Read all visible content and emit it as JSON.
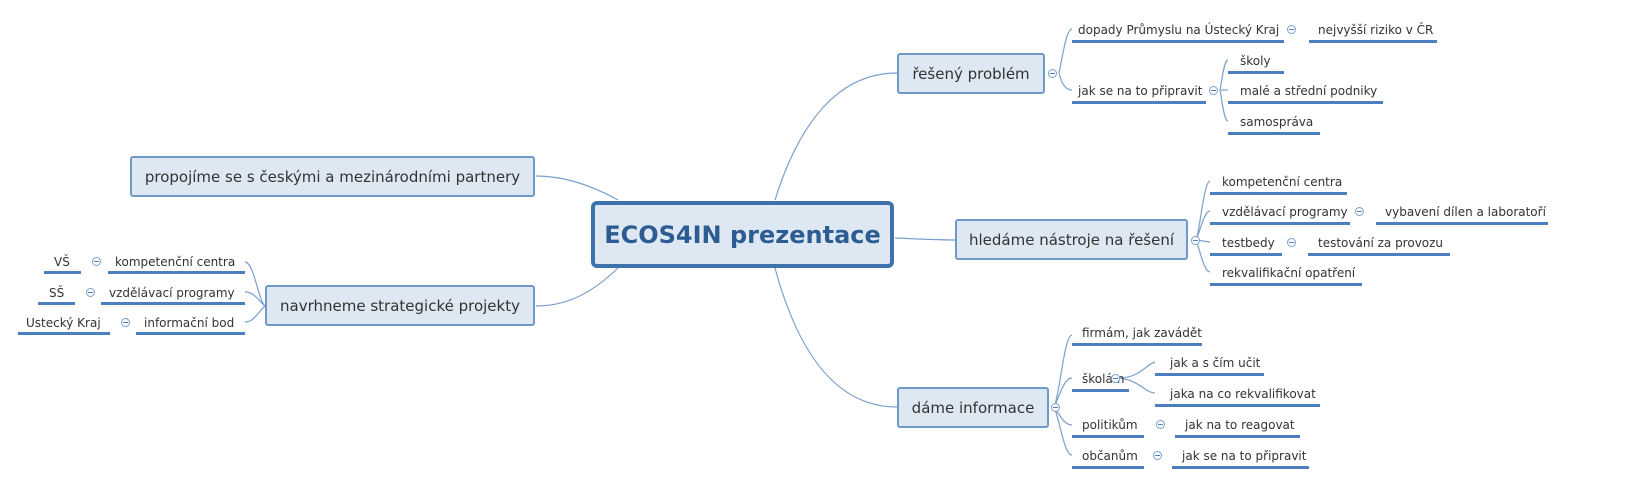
{
  "root": "ECOS4IN prezentace",
  "left": {
    "partners": "propojíme se s českými a mezinárodními partnery",
    "projects": {
      "label": "navrhneme strategické projekty",
      "rows": [
        {
          "child": "kompetenční centra",
          "grandchild": "VŠ"
        },
        {
          "child": "vzdělávací programy",
          "grandchild": "SŠ"
        },
        {
          "child": "informační bod",
          "grandchild": "Ustecký Kraj"
        }
      ]
    }
  },
  "right": {
    "problem": {
      "label": "řešený problém",
      "dopady": "dopady Průmyslu na Ústecký Kraj",
      "riziko": "nejvyšší riziko v ČR",
      "pripravit": "jak se na to připravit",
      "skoly": "školy",
      "podniky": "malé a střední podniky",
      "samosprava": "samospráva"
    },
    "tools": {
      "label": "hledáme nástroje na řešení",
      "kompetencni": "kompetenční centra",
      "vzdelavaci": "vzdělávací programy",
      "vybaveni": "vybavení dílen a laboratoří",
      "testbedy": "testbedy",
      "testovani": "testování za provozu",
      "rekvalifikacni": "rekvalifikační opatření"
    },
    "info": {
      "label": "dáme informace",
      "firmam": "firmám, jak zavádět",
      "skolam": "školám",
      "ucit": "jak a s čím učit",
      "rekvalifikovat": "jaka na co rekvalifikovat",
      "politikum": "politikům",
      "reagovat": "jak na to reagovat",
      "obcanum": "občanům",
      "pripravit": "jak se na to připravit"
    }
  }
}
